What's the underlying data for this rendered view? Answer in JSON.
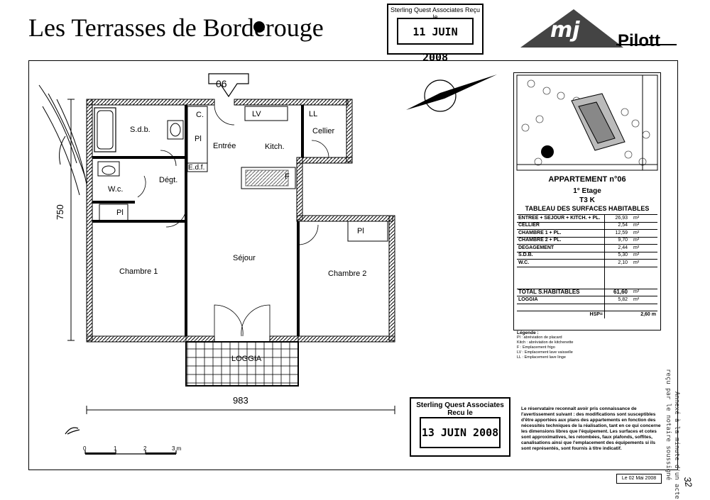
{
  "title": "Les Terrasses de Borderouge",
  "stamp_top": {
    "header": "Sterling Quest Associates Reçu le",
    "date": "11 JUIN 2008"
  },
  "stamp_bottom": {
    "header_line1": "Sterling Quest Associates",
    "header_line2": "Recu le",
    "date": "13 JUIN 2008"
  },
  "logo": {
    "mj": "mj",
    "brand": "Pilott"
  },
  "plan": {
    "apartment_number": "06",
    "rooms": {
      "sdb": "S.d.b.",
      "c": "C.",
      "pl1": "Pl",
      "entree": "Entrée",
      "kitch": "Kitch.",
      "lv": "LV",
      "ll": "LL",
      "cellier": "Cellier",
      "edf": "E.d.f.",
      "f": "F",
      "degt": "Dégt.",
      "wc": "W.c.",
      "pl2": "Pl",
      "chambre1": "Chambre 1",
      "sejour": "Séjour",
      "pl3": "Pl",
      "chambre2": "Chambre 2",
      "loggia": "LOGGIA"
    },
    "dim_vertical": "750",
    "dim_horizontal": "983",
    "scale": [
      "0",
      "1",
      "2",
      "3 m"
    ]
  },
  "panel": {
    "title": "APPARTEMENT n°06",
    "floor": "1° Etage",
    "type": "T3 K",
    "table_title": "TABLEAU DES SURFACES HABITABLES",
    "rows": [
      {
        "label": "ENTREE + SEJOUR + KITCH. + PL.",
        "value": "26,93",
        "unit": "m²"
      },
      {
        "label": "CELLIER",
        "value": "2,54",
        "unit": "m²"
      },
      {
        "label": "CHAMBRE 1 + PL.",
        "value": "12,59",
        "unit": "m²"
      },
      {
        "label": "CHAMBRE 2 + PL.",
        "value": "9,70",
        "unit": "m²"
      },
      {
        "label": "DEGAGEMENT",
        "value": "2,44",
        "unit": "m²"
      },
      {
        "label": "S.D.B.",
        "value": "5,30",
        "unit": "m²"
      },
      {
        "label": "W.C.",
        "value": "2,10",
        "unit": "m²"
      }
    ],
    "total": {
      "label": "TOTAL S.HABITABLES",
      "value": "61,60",
      "unit": "m²"
    },
    "loggia": {
      "label": "LOGGIA",
      "value": "5,82",
      "unit": "m²"
    },
    "hsp": {
      "label": "HSP=",
      "value": "2,60 m"
    }
  },
  "legend": {
    "title": "Légende :",
    "items": [
      "Pl : abréviation de placard",
      "Kitch : abréviation de kitchenette",
      "F : Emplacement frigo",
      "LV : Emplacement lave vaisselle",
      "LL : Emplacement lave linge"
    ]
  },
  "note": "Le réservataire reconnaît avoir pris connaissance de l'avertissement suivant : des modifications sont susceptibles d'être apportées aux plans des appartements en fonction des nécessités techniques de la réalisation, tant en ce qui concerne les dimensions libres que l'équipement. Les surfaces et cotes sont approximatives, les retombées, faux plafonds, soffites, canalisations ainsi que l'emplacement des équipements si ils sont représentés, sont fournis à titre indicatif.",
  "date": "Le 02 Mai 2008",
  "handwriting": {
    "right1": "Annexé à la minute d'un acte",
    "right2": "reçu par le notaire soussigné",
    "page": "32"
  }
}
